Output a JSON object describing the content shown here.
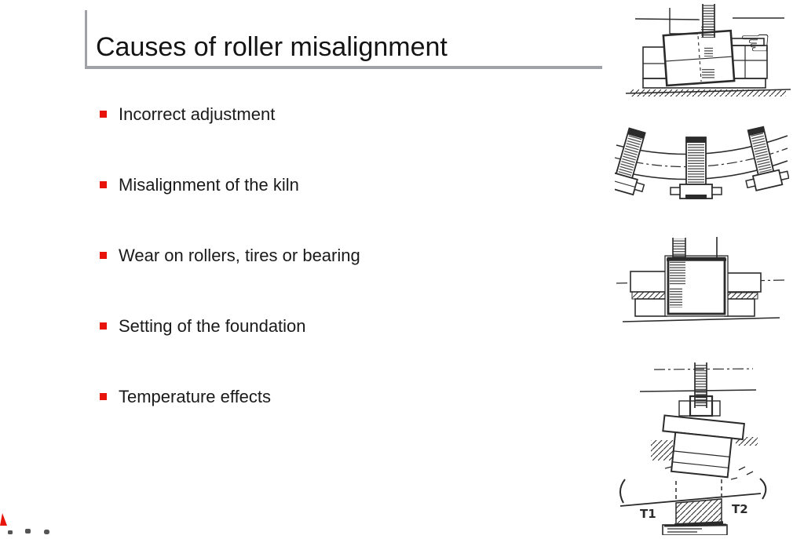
{
  "slide": {
    "title": "Causes of roller misalignment",
    "bullets": [
      "Incorrect adjustment",
      "Misalignment of the kiln",
      "Wear on rollers, tires or bearing",
      "Setting of the foundation",
      "Temperature effects"
    ],
    "t_labels": {
      "t1": "T1",
      "t2": "T2"
    },
    "icons": {
      "pointing_hand": "☜"
    },
    "colors": {
      "bullet_red": "#e8130a",
      "title_rule": "#a1a1a8",
      "sketch_ink": "#2b2b2b",
      "logo_red": "#e8130a",
      "logo_gray": "#555555"
    },
    "diagrams": [
      {
        "name": "roller-adjustment-sketch"
      },
      {
        "name": "kiln-misalignment-sketch"
      },
      {
        "name": "roller-wear-sketch"
      },
      {
        "name": "foundation-settling-sketch"
      },
      {
        "name": "temperature-effects-sketch"
      }
    ]
  }
}
